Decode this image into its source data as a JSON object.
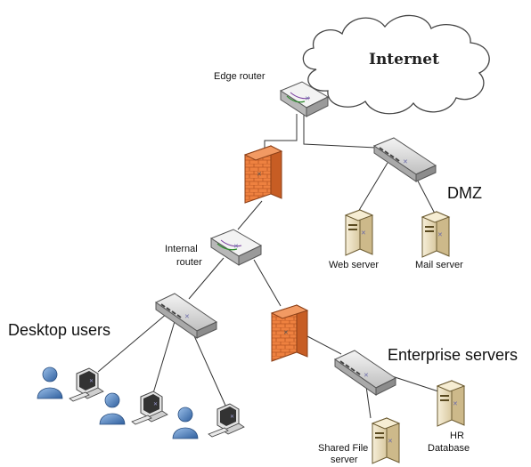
{
  "cloud": {
    "label": "Internet"
  },
  "labels": {
    "edge_router": "Edge router",
    "internal_router_line1": "Internal",
    "internal_router_line2": "router",
    "dmz": "DMZ",
    "web_server": "Web server",
    "mail_server": "Mail server",
    "desktop_users": "Desktop users",
    "enterprise_servers": "Enterprise servers",
    "shared_file_line1": "Shared File",
    "shared_file_line2": "server",
    "hr_db_line1": "HR",
    "hr_db_line2": "Database"
  },
  "colors": {
    "firewall": "#e8743a",
    "device": "#dcdcdc",
    "server": "#efe3c3",
    "user": "#4a7fc1",
    "line": "#333333"
  },
  "icons": [
    "cloud-icon",
    "router-icon",
    "firewall-icon",
    "switch-icon",
    "server-icon",
    "workstation-icon",
    "user-icon"
  ]
}
